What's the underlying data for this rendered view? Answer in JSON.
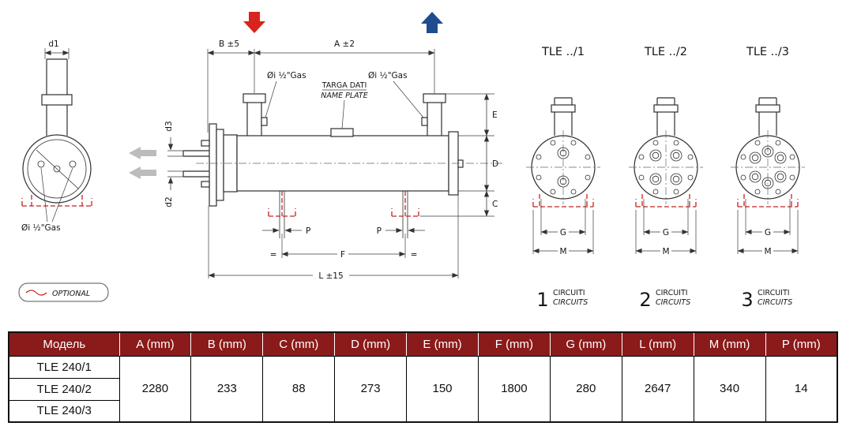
{
  "colors": {
    "table_header_bg": "#8B1A1A",
    "inlet_arrow_red": "#D9231F",
    "outlet_arrow_blue": "#1F4C8F",
    "optional_red": "#C42420"
  },
  "legend": {
    "optional": "OPTIONAL"
  },
  "left_view": {
    "d1": "d1",
    "gas": "Øi ½\"Gas"
  },
  "side_view": {
    "b": "B ±5",
    "a": "A ±2",
    "gas_left": "Øi ½\"Gas",
    "gas_right": "Øi ½\"Gas",
    "plate_line1": "TARGA DATI",
    "plate_line2": "NAME PLATE",
    "d3": "d3",
    "d2": "d2",
    "e": "E",
    "d": "D",
    "c": "C",
    "p_left": "P",
    "p_right": "P",
    "eq_left": "=",
    "eq_right": "=",
    "f": "F",
    "l": "L ±15"
  },
  "end_views": [
    {
      "title": "TLE ../1",
      "g": "G",
      "m": "M",
      "num": "1",
      "c1": "CIRCUITI",
      "c2": "CIRCUITS"
    },
    {
      "title": "TLE ../2",
      "g": "G",
      "m": "M",
      "num": "2",
      "c1": "CIRCUITI",
      "c2": "CIRCUITS"
    },
    {
      "title": "TLE ../3",
      "g": "G",
      "m": "M",
      "num": "3",
      "c1": "CIRCUITI",
      "c2": "CIRCUITS"
    }
  ],
  "table": {
    "headers": [
      "Модель",
      "A (mm)",
      "B (mm)",
      "C (mm)",
      "D (mm)",
      "E (mm)",
      "F (mm)",
      "G (mm)",
      "L (mm)",
      "M (mm)",
      "P (mm)"
    ],
    "models": [
      "TLE 240/1",
      "TLE 240/2",
      "TLE 240/3"
    ],
    "values": [
      "2280",
      "233",
      "88",
      "273",
      "150",
      "1800",
      "280",
      "2647",
      "340",
      "14"
    ]
  }
}
